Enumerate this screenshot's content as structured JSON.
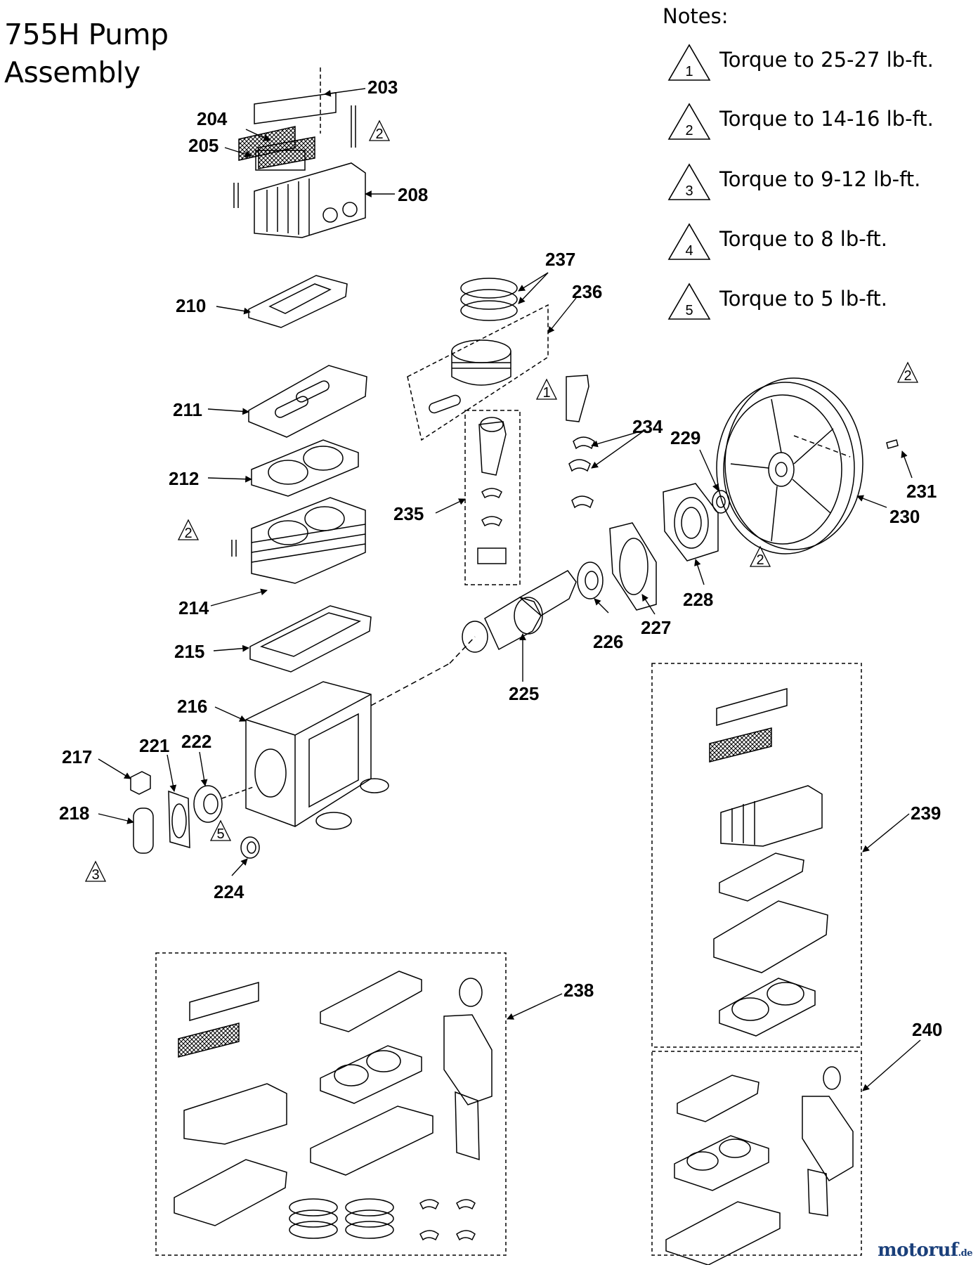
{
  "title_line1": "755H Pump",
  "title_line2": "Assembly",
  "notes": {
    "heading": "Notes:",
    "items": [
      {
        "number": "1",
        "text": "Torque to 25-27 lb-ft."
      },
      {
        "number": "2",
        "text": "Torque to 14-16 lb-ft."
      },
      {
        "number": "3",
        "text": "Torque to 9-12 lb-ft."
      },
      {
        "number": "4",
        "text": "Torque to 8 lb-ft."
      },
      {
        "number": "5",
        "text": "Torque to 5 lb-ft."
      }
    ]
  },
  "part_numbers": [
    "203",
    "204",
    "205",
    "208",
    "210",
    "211",
    "212",
    "214",
    "215",
    "216",
    "217",
    "218",
    "221",
    "222",
    "224",
    "225",
    "226",
    "227",
    "228",
    "229",
    "230",
    "231",
    "234",
    "235",
    "236",
    "237",
    "238",
    "239",
    "240"
  ],
  "torque_markers": [
    "2",
    "2",
    "2",
    "2",
    "1",
    "5",
    "3"
  ],
  "watermark": {
    "brand": "motoruf",
    "tld": ".de"
  }
}
